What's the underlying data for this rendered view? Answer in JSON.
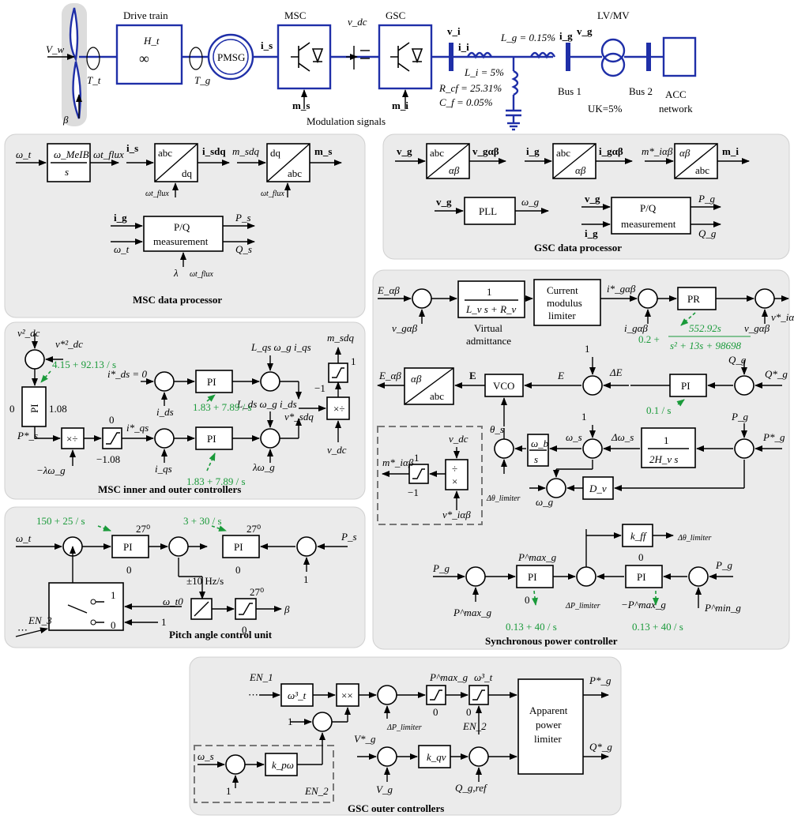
{
  "top": {
    "drive_train": "Drive train",
    "ht": "H_t",
    "msc": "MSC",
    "gsc": "GSC",
    "pmsg": "PMSG",
    "vw": "V_w",
    "beta": "β",
    "tt": "T_t",
    "tg": "T_g",
    "is": "i_s",
    "vdc": "v_dc",
    "vi": "v_i",
    "ii": "i_i",
    "ms": "m_s",
    "mi": "m_i",
    "modulation": "Modulation signals",
    "li": "L_i = 5%",
    "rcf": "R_cf = 25.31%",
    "cf": "C_f = 0.05%",
    "lg": "L_g = 0.15%",
    "vg": "v_g",
    "ig": "i_g",
    "lvmv": "LV/MV",
    "bus1": "Bus 1",
    "bus2": "Bus 2",
    "uk": "UK=5%",
    "acc": "ACC",
    "network": "network"
  },
  "msc_dp": {
    "title": "MSC data processor",
    "omega_melb": "ω_MeIB",
    "s": "s",
    "abc": "abc",
    "dq": "dq",
    "pq1": "P/Q",
    "pq2": "measurement",
    "labels": [
      "ω_t",
      "ωt_flux",
      "i_s",
      "i_sdq",
      "ωt_flux",
      "m_sdq",
      "m_s",
      "ωt_flux",
      "i_g",
      "ω_t",
      "P_s",
      "Q_s",
      "λ",
      "ωt_flux"
    ]
  },
  "gsc_dp": {
    "title": "GSC data processor",
    "abc": "abc",
    "ab": "αβ",
    "pll": "PLL",
    "pq1": "P/Q",
    "pq2": "measurement",
    "labels": [
      "v_g",
      "v_gαβ",
      "i_g",
      "i_gαβ",
      "m*_iαβ",
      "m_i",
      "v_g",
      "ω_g",
      "v_g",
      "i_g",
      "P_g",
      "Q_g"
    ]
  },
  "msc_ctrl": {
    "title": "MSC inner and outer controllers",
    "pi": "PI",
    "gain_dc": "4.15 + 92.13 / s",
    "gain_d": "1.83 + 7.89 / s",
    "gain_q": "1.83 + 7.89 / s",
    "labels": [
      "v²_dc",
      "v*²_dc",
      "0",
      "1.08",
      "P*_s",
      "i*_ds = 0",
      "i_ds",
      "L_qs ω_g i_qs",
      "L_ds ω_g i_ds",
      "m_sdq",
      "1",
      "−1",
      "v*_sdq",
      "v_dc",
      "−λω_g",
      "0",
      "i*_qs",
      "−1.08",
      "i_qs",
      "λω_g"
    ]
  },
  "pitch": {
    "title": "Pitch angle control unit",
    "pi": "PI",
    "gain1": "150 + 25 / s",
    "gain2": "3 + 30 / s",
    "labels": [
      "ω_t",
      "27⁰",
      "0",
      "27⁰",
      "0",
      "P_s",
      "1",
      "1",
      "0",
      "±10 Hz/s",
      "27⁰",
      "0",
      "ω_t0",
      "β",
      "EN_3",
      "1"
    ]
  },
  "gsc_ctrl": {
    "virtual1": "Virtual",
    "virtual2": "admittance",
    "admittance_num": "1",
    "admittance_den": "L_v s + R_v",
    "current1": "Current",
    "current2": "modulus",
    "current3": "limiter",
    "pr": "PR",
    "pr_gain_a": "0.2 +",
    "pr_gain_num": "552.92s",
    "pr_gain_den": "s² + 13s + 98698",
    "pi": "PI",
    "pi_gain": "0.1 / s",
    "vco": "VCO",
    "abc": "abc",
    "ab": "αβ",
    "omega_b": "ω_b",
    "s": "s",
    "inertia_num": "1",
    "inertia_den": "2H_v s",
    "dv": "D_v",
    "div": "÷",
    "mul": "×",
    "labels": [
      "E_αβ",
      "v_gαβ",
      "i*_gαβ",
      "i_gαβ",
      "v_gαβ",
      "v*_iαβ",
      "1",
      "E",
      "ΔE",
      "Q_g",
      "Q*_g",
      "E_αβ",
      "E",
      "θ_s",
      "ω_s",
      "Δω_s",
      "P_g",
      "P*_g",
      "1",
      "v_dc",
      "m*_iαβ",
      "1",
      "−1",
      "v*_iαβ",
      "Δθ_limiter",
      "ω_g"
    ]
  },
  "spc": {
    "title": "Synchronous power controller",
    "pi": "PI",
    "kff": "k_ff",
    "gain1": "0.13 + 40 / s",
    "gain2": "0.13 + 40 / s",
    "labels": [
      "Δθ_limiter",
      "P^max_g",
      "0",
      "P_g",
      "P^max_g",
      "0",
      "ΔP_limiter",
      "−P^max_g",
      "P_g",
      "P^min_g"
    ]
  },
  "outer": {
    "title": "GSC outer controllers",
    "omega3": "ω³_t",
    "kpw": "k_pω",
    "kqv": "k_qv",
    "apl1": "Apparent",
    "apl2": "power",
    "apl3": "limiter",
    "labels": [
      "EN_1",
      "1",
      "ω_s",
      "1",
      "EN_2",
      "P^max_g",
      "0",
      "ω³_t",
      "0",
      "EN_2",
      "ΔP_limiter",
      "P*_g",
      "V*_g",
      "V_g",
      "Q_g,ref",
      "Q*_g"
    ]
  }
}
